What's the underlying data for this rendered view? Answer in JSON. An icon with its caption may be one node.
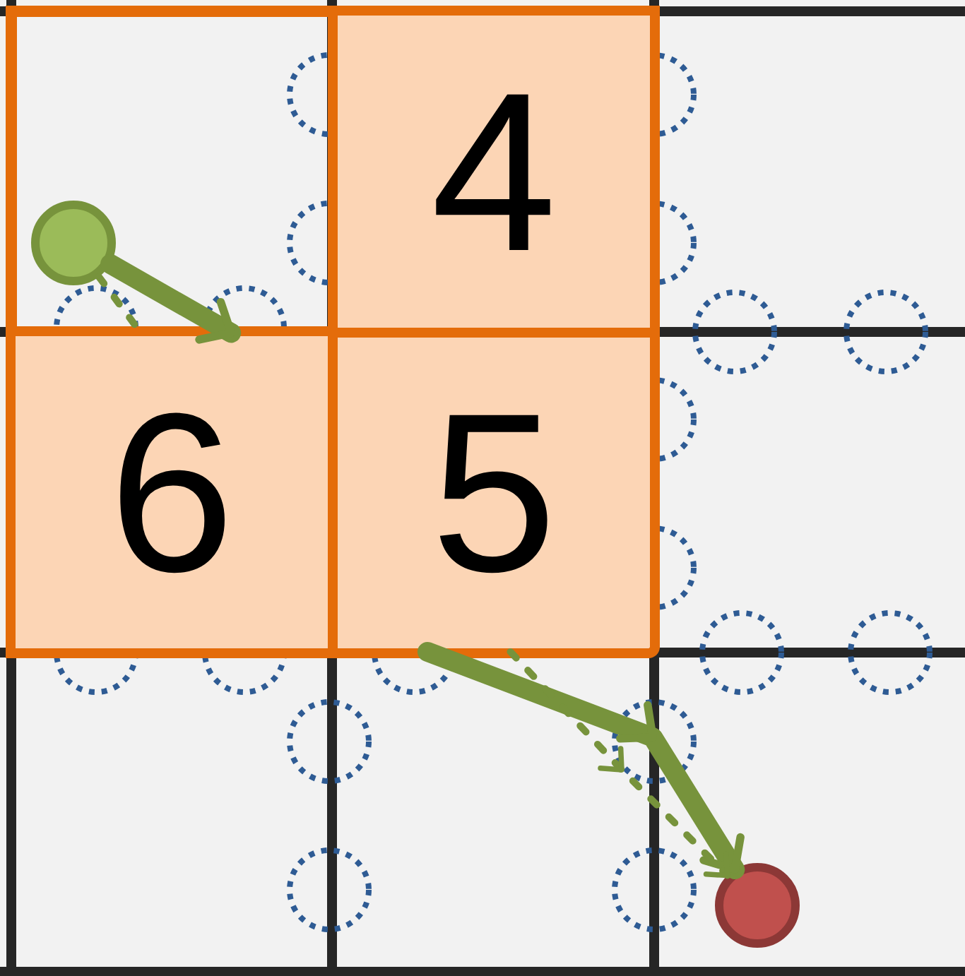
{
  "diagram": {
    "nodes": [
      {
        "text": [
          "4"
        ]
      },
      {
        "text": [
          "6"
        ]
      },
      {
        "text": [
          "5"
        ]
      },
      {
        "text": [],
        "shape": "circle"
      },
      {
        "text": [],
        "shape": "circle"
      }
    ],
    "edges": [
      {
        "from": 3,
        "to": 1,
        "arrow": "to",
        "style": "thick"
      },
      {
        "from": 3,
        "to": 1,
        "arrow": "none",
        "style": "dashed"
      },
      {
        "from": 2,
        "to": 4,
        "arrow": "to",
        "style": "thick"
      },
      {
        "from": 2,
        "to": 4,
        "arrow": "to",
        "style": "dashed"
      }
    ]
  }
}
